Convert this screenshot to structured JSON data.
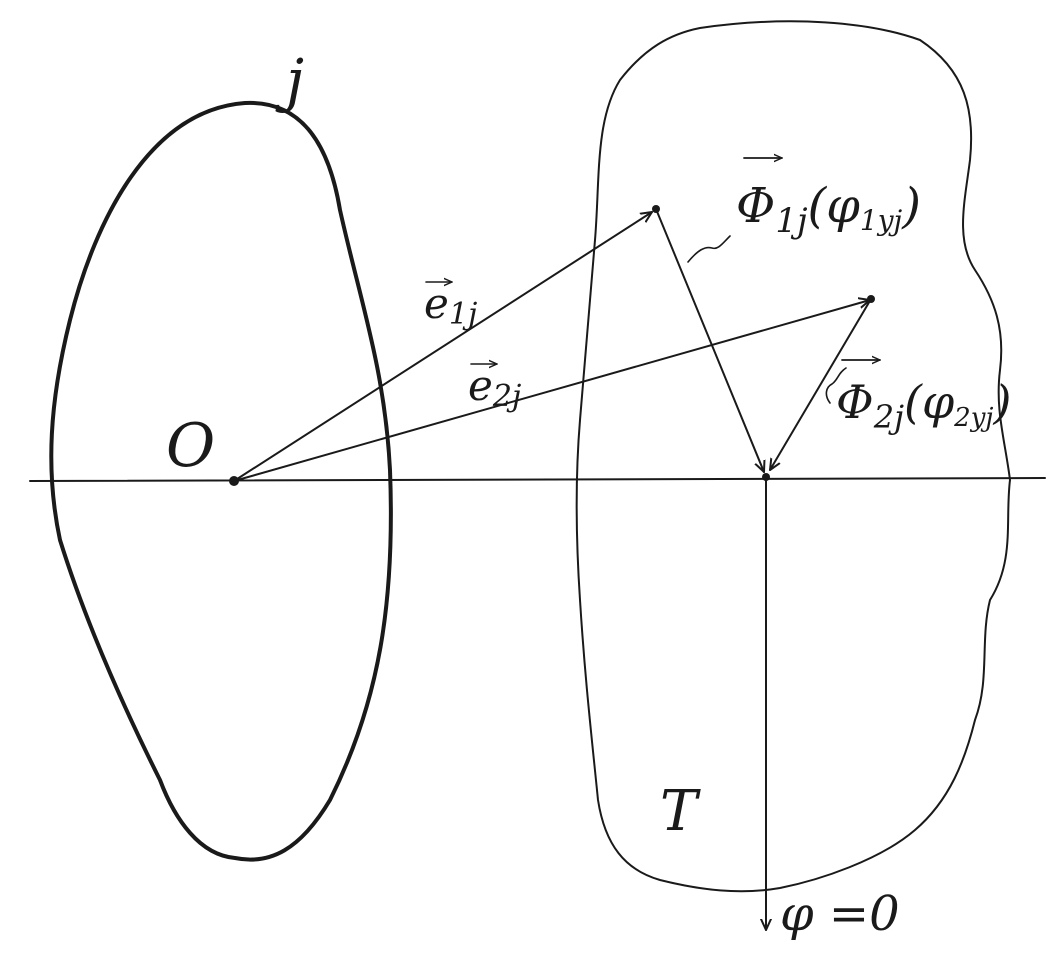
{
  "diagram": {
    "body_label": "j",
    "origin_label": "O",
    "target_label": "T",
    "zero_phase_label": "φ =0",
    "vectors": {
      "e1": {
        "base": "e",
        "sub": "1j"
      },
      "e2": {
        "base": "e",
        "sub": "2j"
      },
      "phi1": {
        "base": "Φ",
        "sub": "1j",
        "arg_base": "φ",
        "arg_sub": "1yj"
      },
      "phi2": {
        "base": "Φ",
        "sub": "2j",
        "arg_base": "φ",
        "arg_sub": "2yj"
      }
    },
    "colors": {
      "ink": "#1a1a1a",
      "paper": "#ffffff"
    }
  }
}
